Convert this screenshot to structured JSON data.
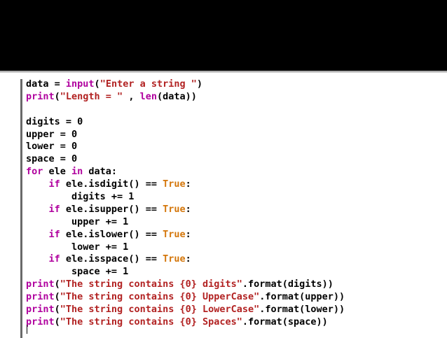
{
  "code_lines": [
    [
      {
        "t": "data = ",
        "c": "plain"
      },
      {
        "t": "input",
        "c": "kw"
      },
      {
        "t": "(",
        "c": "plain"
      },
      {
        "t": "\"Enter a string \"",
        "c": "str"
      },
      {
        "t": ")",
        "c": "plain"
      }
    ],
    [
      {
        "t": "print",
        "c": "kw"
      },
      {
        "t": "(",
        "c": "plain"
      },
      {
        "t": "\"Length = \"",
        "c": "str"
      },
      {
        "t": " , ",
        "c": "plain"
      },
      {
        "t": "len",
        "c": "kw"
      },
      {
        "t": "(data))",
        "c": "plain"
      }
    ],
    [],
    [
      {
        "t": "digits = 0",
        "c": "plain"
      }
    ],
    [
      {
        "t": "upper = 0",
        "c": "plain"
      }
    ],
    [
      {
        "t": "lower = 0",
        "c": "plain"
      }
    ],
    [
      {
        "t": "space = 0",
        "c": "plain"
      }
    ],
    [
      {
        "t": "for",
        "c": "kw"
      },
      {
        "t": " ele ",
        "c": "plain"
      },
      {
        "t": "in",
        "c": "kw"
      },
      {
        "t": " data:",
        "c": "plain"
      }
    ],
    [
      {
        "t": "    ",
        "c": "plain"
      },
      {
        "t": "if",
        "c": "kw"
      },
      {
        "t": " ele.isdigit() == ",
        "c": "plain"
      },
      {
        "t": "True",
        "c": "bool"
      },
      {
        "t": ":",
        "c": "plain"
      }
    ],
    [
      {
        "t": "        digits += 1",
        "c": "plain"
      }
    ],
    [
      {
        "t": "    ",
        "c": "plain"
      },
      {
        "t": "if",
        "c": "kw"
      },
      {
        "t": " ele.isupper() == ",
        "c": "plain"
      },
      {
        "t": "True",
        "c": "bool"
      },
      {
        "t": ":",
        "c": "plain"
      }
    ],
    [
      {
        "t": "        upper += 1",
        "c": "plain"
      }
    ],
    [
      {
        "t": "    ",
        "c": "plain"
      },
      {
        "t": "if",
        "c": "kw"
      },
      {
        "t": " ele.islower() == ",
        "c": "plain"
      },
      {
        "t": "True",
        "c": "bool"
      },
      {
        "t": ":",
        "c": "plain"
      }
    ],
    [
      {
        "t": "        lower += 1",
        "c": "plain"
      }
    ],
    [
      {
        "t": "    ",
        "c": "plain"
      },
      {
        "t": "if",
        "c": "kw"
      },
      {
        "t": " ele.isspace() == ",
        "c": "plain"
      },
      {
        "t": "True",
        "c": "bool"
      },
      {
        "t": ":",
        "c": "plain"
      }
    ],
    [
      {
        "t": "        space += 1",
        "c": "plain"
      }
    ],
    [
      {
        "t": "print",
        "c": "kw"
      },
      {
        "t": "(",
        "c": "plain"
      },
      {
        "t": "\"The string contains {0} digits\"",
        "c": "str"
      },
      {
        "t": ".format(digits))",
        "c": "plain"
      }
    ],
    [
      {
        "t": "print",
        "c": "kw"
      },
      {
        "t": "(",
        "c": "plain"
      },
      {
        "t": "\"The string contains {0} UpperCase\"",
        "c": "str"
      },
      {
        "t": ".format(upper))",
        "c": "plain"
      }
    ],
    [
      {
        "t": "print",
        "c": "kw"
      },
      {
        "t": "(",
        "c": "plain"
      },
      {
        "t": "\"The string contains {0} LowerCase\"",
        "c": "str"
      },
      {
        "t": ".format(lower))",
        "c": "plain"
      }
    ],
    [
      {
        "t": "print",
        "c": "kw"
      },
      {
        "t": "(",
        "c": "plain"
      },
      {
        "t": "\"The string contains {0} Spaces\"",
        "c": "str"
      },
      {
        "t": ".format(space))",
        "c": "plain"
      }
    ]
  ],
  "colors": {
    "keyword": "#b0009e",
    "string": "#b22222",
    "boolean": "#d4760a",
    "text": "#000000",
    "header_bar": "#000000"
  }
}
